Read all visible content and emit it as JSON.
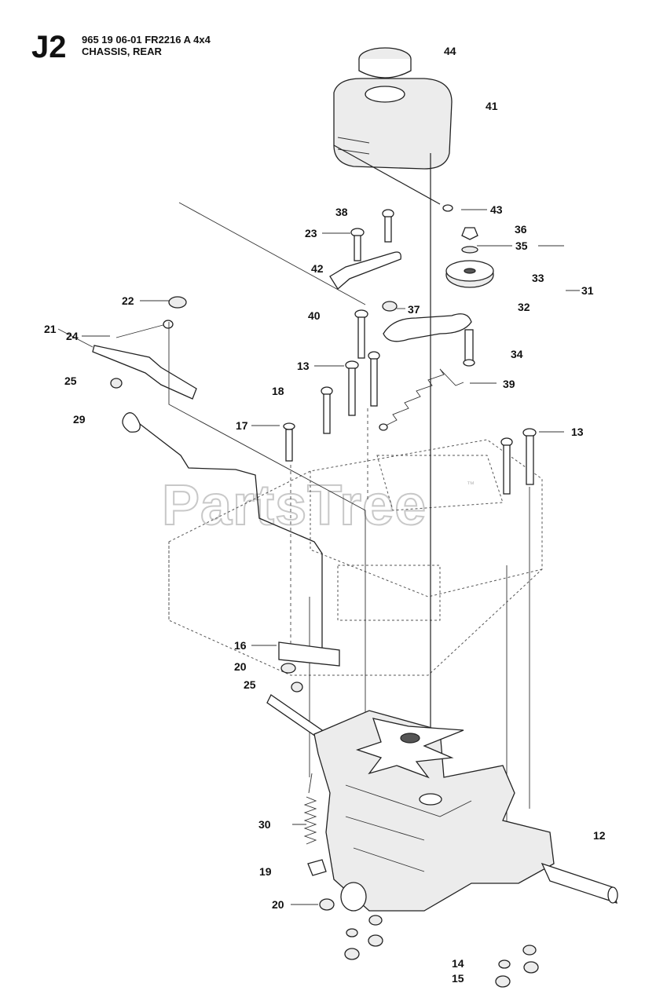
{
  "header": {
    "diagram_id": "J2",
    "model_line": "965 19 06-01 FR2216 A 4x4",
    "section_line": "CHASSIS, REAR"
  },
  "watermark": {
    "text": "PartsTree",
    "trademark": "™"
  },
  "callouts": [
    "44",
    "41",
    "43",
    "38",
    "36",
    "23",
    "35",
    "42",
    "33",
    "31",
    "22",
    "37",
    "32",
    "40",
    "24",
    "21",
    "34",
    "13",
    "25",
    "18",
    "39",
    "29",
    "17",
    "13",
    "16",
    "20",
    "25",
    "30",
    "12",
    "19",
    "20",
    "14",
    "15"
  ]
}
